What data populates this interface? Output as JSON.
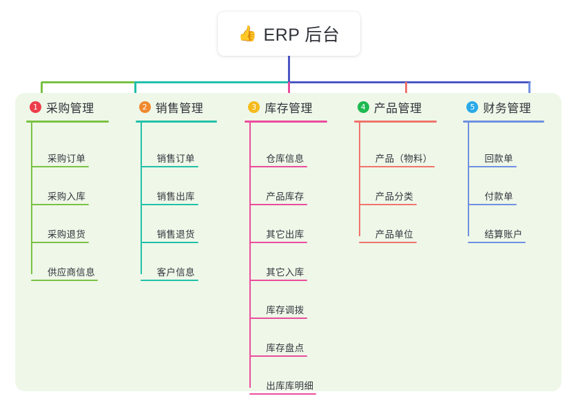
{
  "root": {
    "emoji": "👍",
    "emoji_name": "thumbs-up-icon",
    "title": "ERP 后台"
  },
  "colors": {
    "panel_bg": "#eef7e8",
    "page_bg": "#ffffff",
    "trunk": "#4a56c4",
    "branch_green": "#7ac143",
    "branch_teal": "#1fc0a8",
    "branch_blue": "#4a56c4",
    "col1_line": "#7ac143",
    "col2_line": "#1fc0a8",
    "col3_line": "#eb4b9b",
    "col4_line": "#f0736b",
    "col5_line": "#6f8fe0",
    "badge1": "#ee3d4a",
    "badge2": "#f0892e",
    "badge3": "#f5bb1d",
    "badge4": "#1fb952",
    "badge5": "#29a9e8",
    "title_text": "#30323a",
    "item_text": "#33353d"
  },
  "columns": [
    {
      "index": "1",
      "badge": "1",
      "badge_color": "#ee3d4a",
      "line_color": "#7ac143",
      "title": "采购管理",
      "rule_width": 120,
      "items": [
        {
          "label": "采购订单",
          "underline_width": 84
        },
        {
          "label": "采购入库",
          "underline_width": 84
        },
        {
          "label": "采购退货",
          "underline_width": 84
        },
        {
          "label": "供应商信息",
          "underline_width": 97
        }
      ]
    },
    {
      "index": "2",
      "badge": "2",
      "badge_color": "#f0892e",
      "line_color": "#1fc0a8",
      "title": "销售管理",
      "rule_width": 118,
      "items": [
        {
          "label": "销售订单",
          "underline_width": 84
        },
        {
          "label": "销售出库",
          "underline_width": 84
        },
        {
          "label": "销售退货",
          "underline_width": 84
        },
        {
          "label": "客户信息",
          "underline_width": 84
        }
      ]
    },
    {
      "index": "3",
      "badge": "3",
      "badge_color": "#f5bb1d",
      "line_color": "#eb4b9b",
      "title": "库存管理",
      "rule_width": 120,
      "items": [
        {
          "label": "仓库信息",
          "underline_width": 84
        },
        {
          "label": "产品库存",
          "underline_width": 84
        },
        {
          "label": "其它出库",
          "underline_width": 84
        },
        {
          "label": "其它入库",
          "underline_width": 84
        },
        {
          "label": "库存调拨",
          "underline_width": 84
        },
        {
          "label": "库存盘点",
          "underline_width": 84
        },
        {
          "label": "出库库明细",
          "underline_width": 97
        }
      ]
    },
    {
      "index": "4",
      "badge": "4",
      "badge_color": "#1fb952",
      "line_color": "#f0736b",
      "title": "产品管理",
      "rule_width": 120,
      "items": [
        {
          "label": "产品（物料）",
          "underline_width": 110
        },
        {
          "label": "产品分类",
          "underline_width": 84
        },
        {
          "label": "产品单位",
          "underline_width": 84
        }
      ]
    },
    {
      "index": "5",
      "badge": "5",
      "badge_color": "#29a9e8",
      "line_color": "#6f8fe0",
      "title": "财务管理",
      "rule_width": 118,
      "items": [
        {
          "label": "回款单",
          "underline_width": 71
        },
        {
          "label": "付款单",
          "underline_width": 71
        },
        {
          "label": "结算账户",
          "underline_width": 84
        }
      ]
    }
  ]
}
